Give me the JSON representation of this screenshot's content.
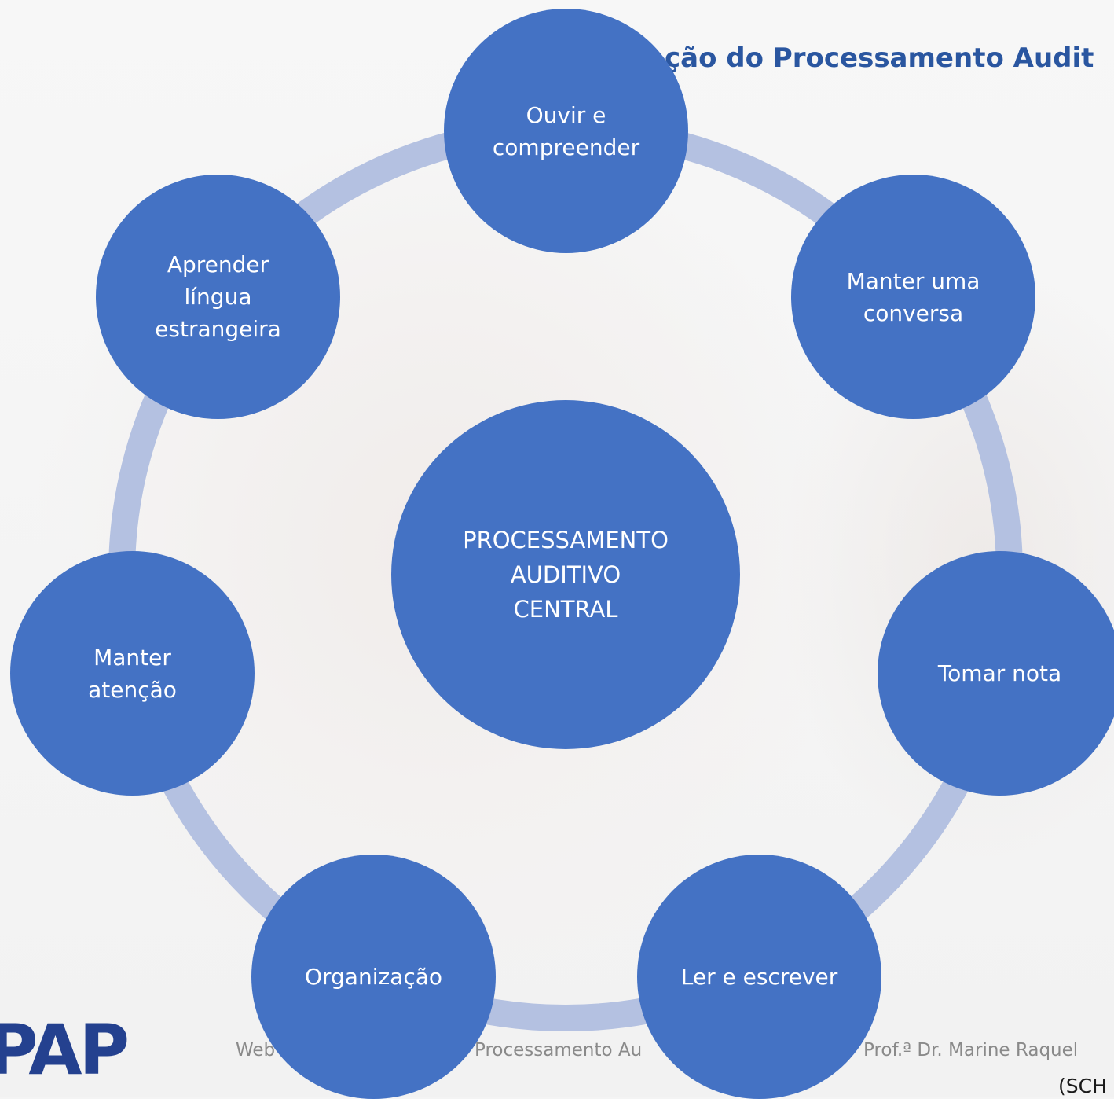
{
  "slide": {
    "title": "ção do Processamento Audit",
    "footer_left": "Web",
    "footer_middle": "Processamento Au",
    "footer_right": "Prof.ª Dr. Marine Raquel",
    "logo_text": "PAP",
    "citation": "(SCH"
  },
  "diagram": {
    "center": "PROCESSAMENTO\nAUDITIVO\nCENTRAL",
    "nodes": [
      "Ouvir e\ncompreender",
      "Manter uma\nconversa",
      "Tomar nota",
      "Ler e escrever",
      "Organização",
      "Manter\natenção",
      "Aprender\nlíngua\nestrangeira"
    ]
  },
  "colors": {
    "node_fill": "#4472c4",
    "ring": "#b4c1e1",
    "title": "#2a56a0",
    "node_text": "#ffffff"
  }
}
